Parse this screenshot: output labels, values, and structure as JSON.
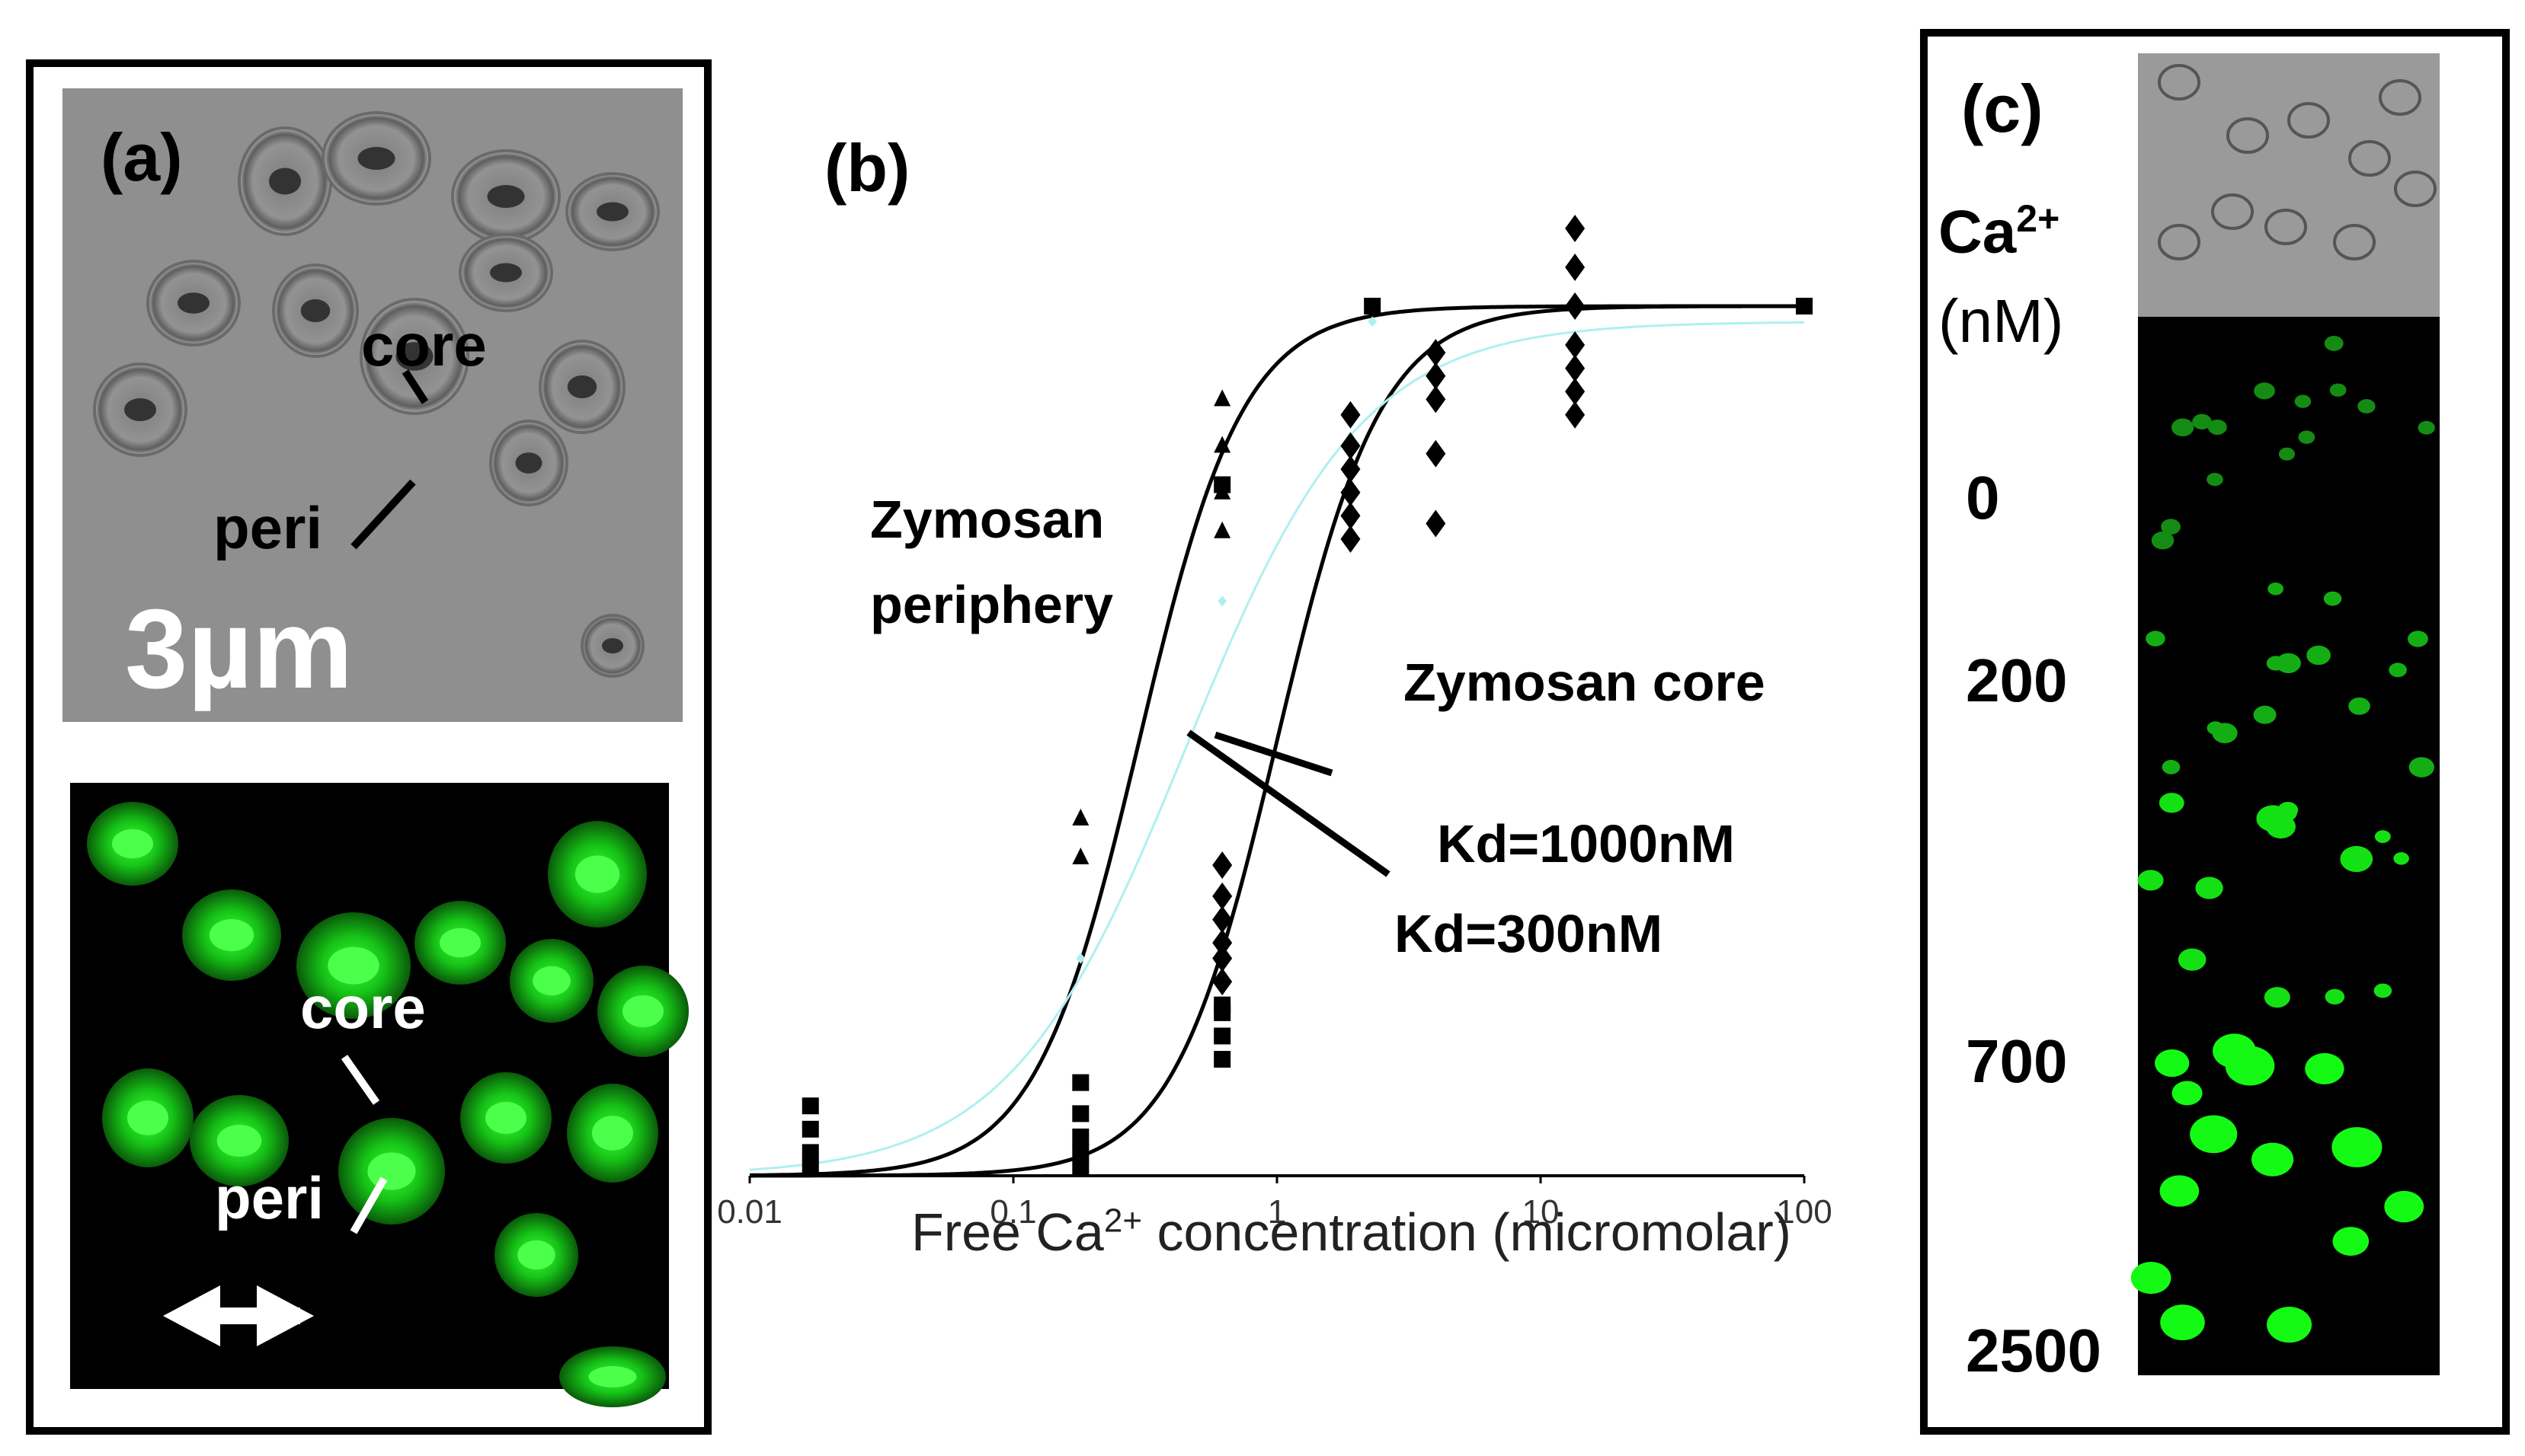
{
  "panel_a": {
    "label": "(a)",
    "brightfield": {
      "core_label": "core",
      "peri_label": "peri",
      "scale_text": "3µm"
    },
    "fluorescence": {
      "core_label": "core",
      "peri_label": "peri"
    },
    "colors": {
      "fluor": "#22dd22",
      "background": "#000000",
      "brightfield": "#8f8f8f"
    }
  },
  "panel_b": {
    "label": "(b)",
    "annotations": {
      "periphery_line1": "Zymosan",
      "periphery_line2": "periphery",
      "core": "Zymosan core",
      "kd_core": "Kd=1000nM",
      "kd_periphery": "Kd=300nM"
    }
  },
  "chart_data": {
    "type": "scatter",
    "xlabel_prefix": "Free Ca",
    "xlabel_superscript": "2+",
    "xlabel_suffix": " concentration  (micromolar)",
    "x_scale": "log",
    "xlim": [
      0.01,
      100
    ],
    "ylim": [
      0,
      1.15
    ],
    "x_ticks": [
      {
        "value": 0.01,
        "label": "0.01"
      },
      {
        "value": 0.1,
        "label": "0.1"
      },
      {
        "value": 1,
        "label": "1"
      },
      {
        "value": 10,
        "label": "10"
      },
      {
        "value": 100,
        "label": "100"
      }
    ],
    "grid": false,
    "series": [
      {
        "marker": "triangle",
        "color": "#000000",
        "points": [
          [
            0.18,
            0.46
          ],
          [
            0.18,
            0.41
          ],
          [
            0.62,
            1.0
          ],
          [
            0.62,
            0.94
          ],
          [
            0.62,
            0.88
          ],
          [
            0.62,
            0.83
          ]
        ]
      },
      {
        "marker": "square",
        "color": "#000000",
        "points": [
          [
            0.017,
            0.09
          ],
          [
            0.017,
            0.06
          ],
          [
            0.017,
            0.03
          ],
          [
            0.017,
            0.01
          ],
          [
            0.18,
            0.12
          ],
          [
            0.18,
            0.08
          ],
          [
            0.18,
            0.05
          ],
          [
            0.18,
            0.03
          ],
          [
            0.18,
            0.01
          ],
          [
            0.62,
            0.21
          ],
          [
            0.62,
            0.18
          ],
          [
            0.62,
            0.15
          ],
          [
            0.62,
            0.22
          ],
          [
            0.62,
            0.89
          ],
          [
            2.3,
            1.12
          ],
          [
            100,
            1.12
          ]
        ]
      },
      {
        "marker": "diamond",
        "color": "#000000",
        "points": [
          [
            0.62,
            0.4
          ],
          [
            0.62,
            0.36
          ],
          [
            0.62,
            0.33
          ],
          [
            0.62,
            0.3
          ],
          [
            0.62,
            0.28
          ],
          [
            0.62,
            0.25
          ],
          [
            1.9,
            0.98
          ],
          [
            1.9,
            0.94
          ],
          [
            1.9,
            0.91
          ],
          [
            1.9,
            0.88
          ],
          [
            1.9,
            0.85
          ],
          [
            1.9,
            0.82
          ],
          [
            4.0,
            1.06
          ],
          [
            4.0,
            1.03
          ],
          [
            4.0,
            1.0
          ],
          [
            4.0,
            0.93
          ],
          [
            4.0,
            0.84
          ],
          [
            13.5,
            1.22
          ],
          [
            13.5,
            1.17
          ],
          [
            13.5,
            1.12
          ],
          [
            13.5,
            1.07
          ],
          [
            13.5,
            1.04
          ],
          [
            13.5,
            1.01
          ],
          [
            13.5,
            0.98
          ]
        ]
      },
      {
        "marker": "small-diamond",
        "color": "#aef0f0",
        "points": [
          [
            0.18,
            0.28
          ],
          [
            0.62,
            0.74
          ],
          [
            2.3,
            1.1
          ]
        ]
      }
    ],
    "curves": [
      {
        "name": "Zymosan periphery",
        "kd": 0.3,
        "hill": 2.2,
        "ymax": 1.12,
        "color": "#000000"
      },
      {
        "name": "Zymosan core",
        "kd": 1.0,
        "hill": 2.2,
        "ymax": 1.12,
        "color": "#000000"
      },
      {
        "kd": 0.45,
        "hill": 1.3,
        "ymax": 1.1,
        "color": "#aef0f0"
      }
    ]
  },
  "panel_c": {
    "label": "(c)",
    "ca_label": "Ca",
    "ca_superscript": "2+",
    "unit_label": "(nM)",
    "levels": [
      "0",
      "200",
      "700",
      "2500"
    ]
  }
}
